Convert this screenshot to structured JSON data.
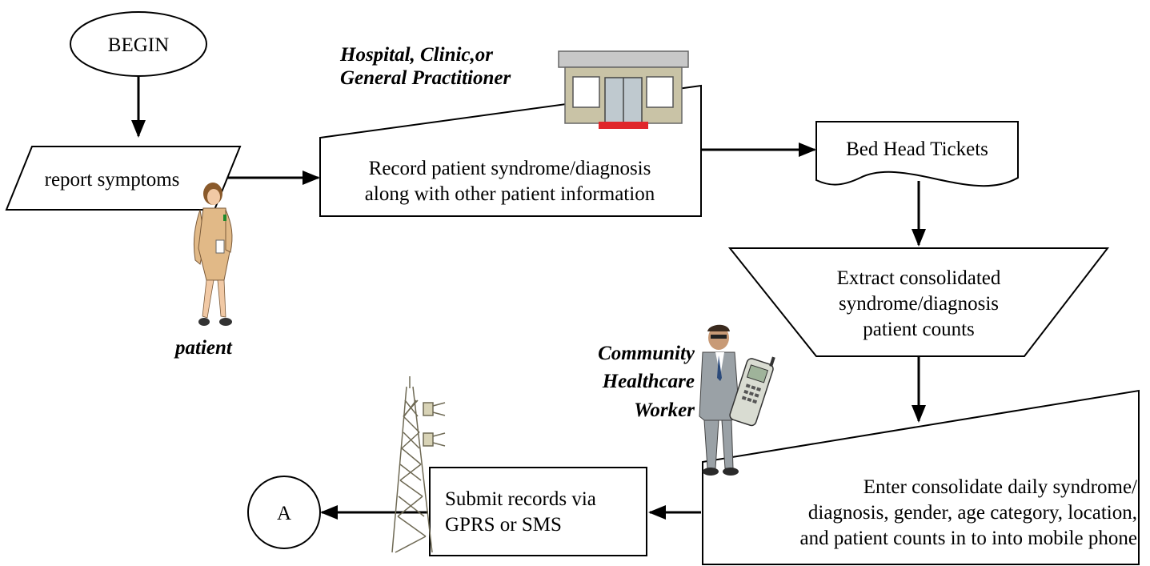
{
  "nodes": {
    "begin": "BEGIN",
    "report": "report symptoms",
    "record": [
      "Record patient syndrome/diagnosis",
      "along with other patient information"
    ],
    "tickets": "Bed Head Tickets",
    "extract": [
      "Extract consolidated",
      "syndrome/diagnosis",
      "patient counts"
    ],
    "enter": [
      "Enter consolidate daily syndrome/",
      "diagnosis, gender, age category, location,",
      "and patient counts in to  into mobile phone"
    ],
    "submit": [
      "Submit records via",
      "GPRS or SMS"
    ],
    "connector": "A"
  },
  "captions": {
    "hospital": [
      "Hospital, Clinic,or",
      "General Practitioner"
    ],
    "patient": "patient",
    "worker": [
      "Community",
      "Healthcare",
      "Worker"
    ]
  },
  "icons": [
    "hospital-building-icon",
    "patient-woman-icon",
    "health-worker-man-icon",
    "cell-tower-icon"
  ]
}
